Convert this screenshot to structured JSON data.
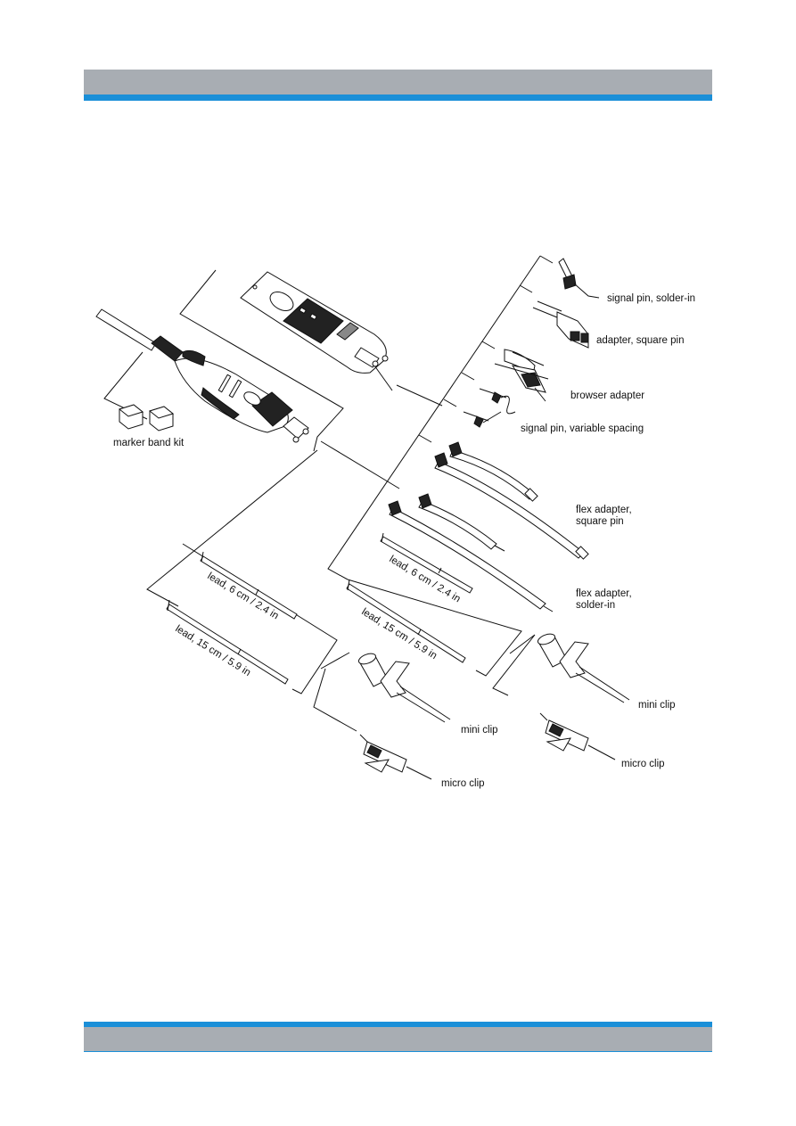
{
  "page": {
    "header_color": "#a8adb3",
    "accent_color": "#1a8fd8"
  },
  "figure": {
    "labels": {
      "signal_pin_solder_in": "signal pin, solder-in",
      "adapter_square_pin": "adapter, square pin",
      "browser_adapter": "browser adapter",
      "signal_pin_variable_spacing": "signal pin, variable spacing",
      "marker_band_kit": "marker band kit",
      "flex_adapter_square_pin_line1": "flex adapter,",
      "flex_adapter_square_pin_line2": "square pin",
      "flex_adapter_solder_in_line1": "flex adapter,",
      "flex_adapter_solder_in_line2": "solder-in",
      "lead_6cm_right": "lead, 6 cm / 2.4 in",
      "lead_15cm_right": "lead, 15 cm / 5.9 in",
      "lead_6cm_left": "lead, 6 cm / 2.4 in",
      "lead_15cm_left": "lead, 15 cm / 5.9 in",
      "mini_clip_right": "mini clip",
      "micro_clip_right": "micro clip",
      "mini_clip_left": "mini clip",
      "micro_clip_left": "micro clip"
    }
  }
}
